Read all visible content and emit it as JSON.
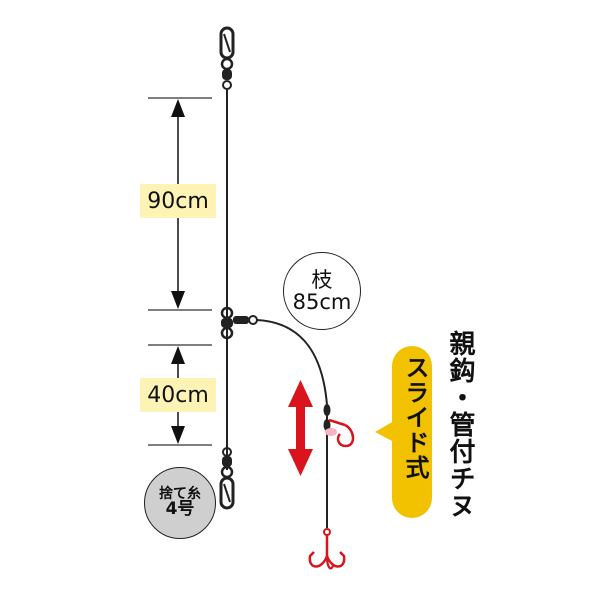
{
  "diagram": {
    "upper_length": "90cm",
    "lower_length": "40cm",
    "branch": {
      "line1": "枝",
      "line2": "85cm"
    },
    "sinker_line": {
      "line1": "捨て糸",
      "line2": "4号"
    },
    "title_vertical": "親鈎・管付チヌ",
    "slide_badge": "スライド式",
    "colors": {
      "line": "#222222",
      "hook_red": "#d9141c",
      "badge_yellow": "#f2c200",
      "dim_fill": "#fdf3b4",
      "sinker_circle": "#cfcfcf"
    }
  }
}
